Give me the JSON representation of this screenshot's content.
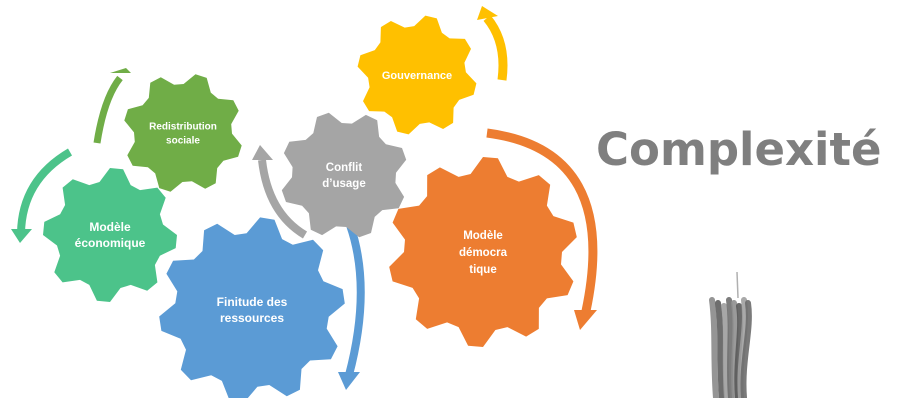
{
  "title": "Complexité",
  "colors": {
    "green_light": "#4CC38A",
    "green": "#70AD47",
    "blue": "#5B9BD5",
    "gray": "#A5A5A5",
    "yellow": "#FFC000",
    "orange": "#ED7D31",
    "title": "#7F7F7F",
    "text": "#FFFFFF"
  },
  "gears": [
    {
      "id": "modele-economique",
      "lines": [
        "Modèle",
        "économique"
      ],
      "color": "#4CC38A"
    },
    {
      "id": "redistribution-sociale",
      "lines": [
        "Redistribution",
        "sociale"
      ],
      "color": "#70AD47"
    },
    {
      "id": "finitude-des-ressources",
      "lines": [
        "Finitude des",
        "ressources"
      ],
      "color": "#5B9BD5"
    },
    {
      "id": "conflit-d-usage",
      "lines": [
        "Conflit",
        "d’usage"
      ],
      "color": "#A5A5A5"
    },
    {
      "id": "gouvernance",
      "lines": [
        "Gouvernance"
      ],
      "color": "#FFC000"
    },
    {
      "id": "modele-democratique",
      "lines": [
        "Modèle",
        "démocra",
        "tique"
      ],
      "color": "#ED7D31"
    }
  ]
}
